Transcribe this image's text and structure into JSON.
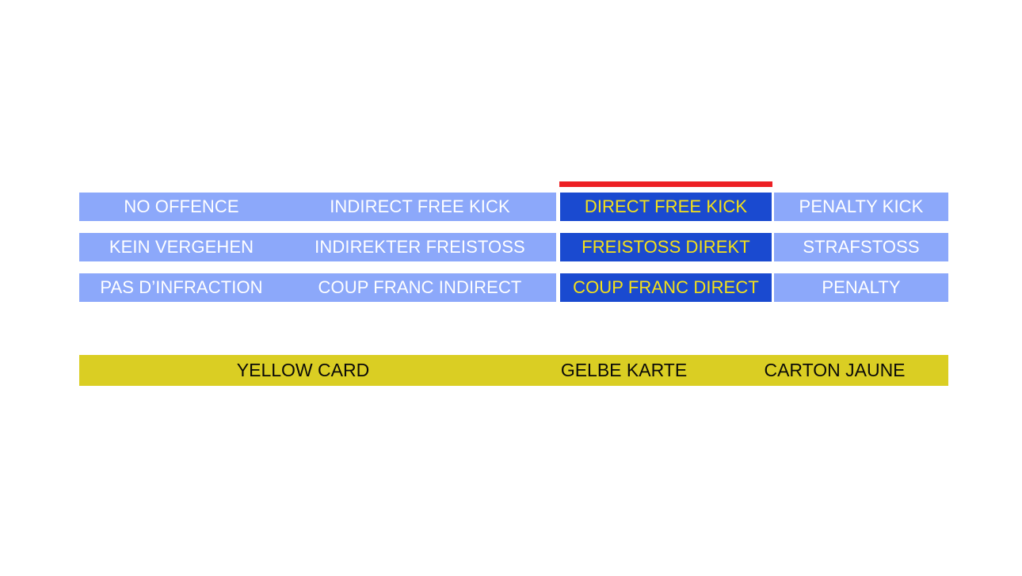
{
  "selection": {
    "marker_color": "#ED2024",
    "highlight_bg": "#1A4AD0",
    "highlight_text_color": "#F5E118",
    "selected_column_index": 2
  },
  "palette": {
    "row_bg": "#8CA8FA",
    "row_text_color": "#FFFFFF",
    "card_bg": "#DACE23",
    "card_text_color": "#000000",
    "page_bg": "#FFFFFF"
  },
  "matrix": {
    "columns": [
      "no-offence",
      "indirect-free-kick",
      "direct-free-kick",
      "penalty-kick"
    ],
    "rows": [
      {
        "language": "english",
        "cells": [
          {
            "label": "NO OFFENCE",
            "selected": false
          },
          {
            "label": "INDIRECT FREE KICK",
            "selected": false
          },
          {
            "label": "DIRECT FREE KICK",
            "selected": true
          },
          {
            "label": "PENALTY KICK",
            "selected": false
          }
        ]
      },
      {
        "language": "german",
        "cells": [
          {
            "label": "KEIN VERGEHEN",
            "selected": false
          },
          {
            "label": "INDIREKTER FREISTOSS",
            "selected": false
          },
          {
            "label": "FREISTOSS DIREKT",
            "selected": true
          },
          {
            "label": "STRAFSTOSS",
            "selected": false
          }
        ]
      },
      {
        "language": "french",
        "cells": [
          {
            "label": "PAS D’INFRACTION",
            "selected": false
          },
          {
            "label": "COUP FRANC INDIRECT",
            "selected": false
          },
          {
            "label": "COUP FRANC DIRECT",
            "selected": true
          },
          {
            "label": "PENALTY",
            "selected": false
          }
        ]
      }
    ]
  },
  "card_banner": {
    "labels": [
      {
        "language": "english",
        "label": "YELLOW CARD"
      },
      {
        "language": "german",
        "label": "GELBE KARTE"
      },
      {
        "language": "french",
        "label": "CARTON JAUNE"
      }
    ]
  }
}
